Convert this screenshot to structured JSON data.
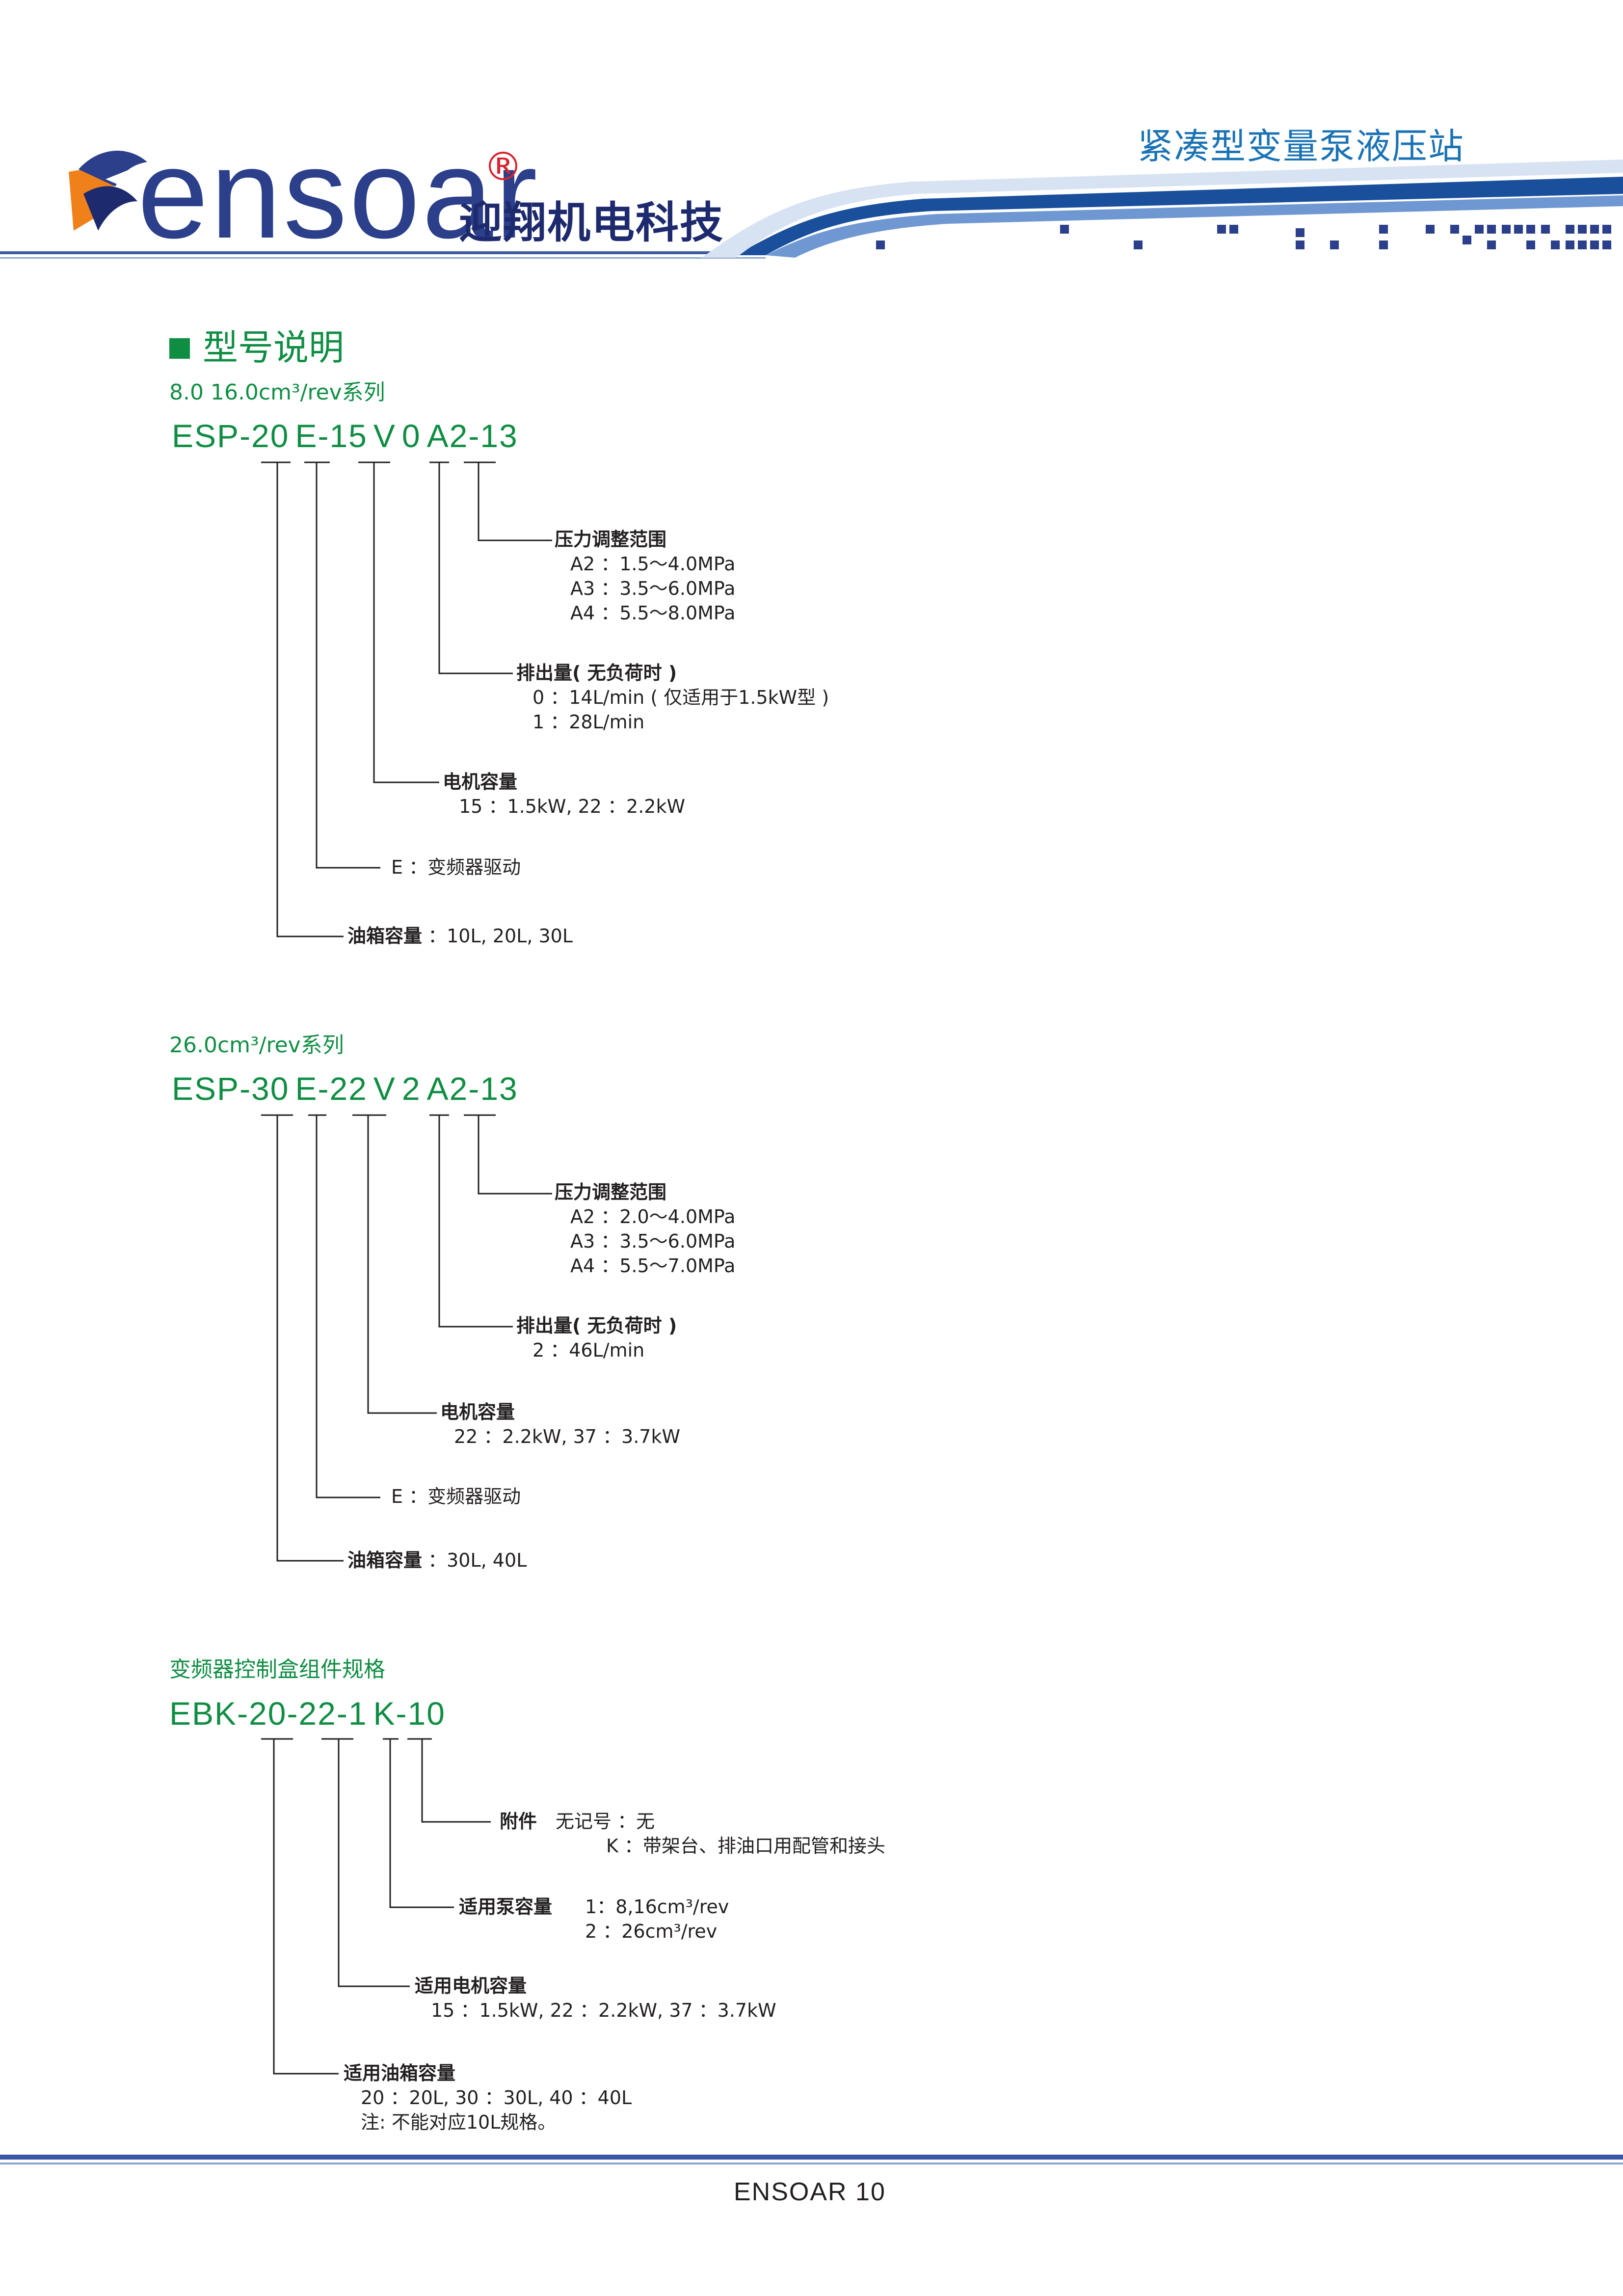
{
  "header": {
    "logo_text": "ensoar",
    "registered_mark": "®",
    "company_name": "迎翔机电科技",
    "page_title": "紧凑型变量泵液压站",
    "colors": {
      "brand_blue": "#2b3f8a",
      "logo_orange": "#f0801a",
      "title_blue": "#1a73b5",
      "accent_green": "#0f8e43"
    }
  },
  "section_title": "型号说明",
  "series_1": {
    "label": "8.0   16.0cm³/rev系列",
    "model": [
      "ESP-20",
      "E-15",
      "V",
      "0",
      "A2-13"
    ],
    "pressure": {
      "title": "压力调整范围",
      "items": [
        "A2 ：1.5～4.0MPa",
        "A3 ：3.5～6.0MPa",
        "A4 ：5.5～8.0MPa"
      ]
    },
    "displacement": {
      "title": "排出量( 无负荷时 )",
      "items": [
        "0 ：14L/min ( 仅适用于1.5kW型 )",
        "1 ：28L/min"
      ]
    },
    "motor": {
      "title": "电机容量",
      "items": [
        "15 ：1.5kW, 22 ：2.2kW"
      ]
    },
    "drive": "E ：变频器驱动",
    "tank": {
      "title": "油箱容量",
      "value": "：10L, 20L, 30L"
    }
  },
  "series_2": {
    "label": "26.0cm³/rev系列",
    "model": [
      "ESP-30",
      "E-22",
      "V",
      "2",
      "A2-13"
    ],
    "pressure": {
      "title": "压力调整范围",
      "items": [
        "A2 ：2.0～4.0MPa",
        "A3 ：3.5～6.0MPa",
        "A4 ：5.5～7.0MPa"
      ]
    },
    "displacement": {
      "title": "排出量( 无负荷时 )",
      "items": [
        "2 ：46L/min"
      ]
    },
    "motor": {
      "title": "电机容量",
      "items": [
        "22 ：2.2kW, 37 ：3.7kW"
      ]
    },
    "drive": "E ：变频器驱动",
    "tank": {
      "title": "油箱容量",
      "value": "：30L, 40L"
    }
  },
  "series_3": {
    "label": "变频器控制盒组件规格",
    "model": [
      "EBK-20-22-1",
      "K-10"
    ],
    "accessory": {
      "title": "附件",
      "none_label": "无记号 ：无",
      "k_label": "K ：带架台、排油口用配管和接头"
    },
    "pump": {
      "title": "适用泵容量",
      "items": [
        "1：8,16cm³/rev",
        "2 ：26cm³/rev"
      ]
    },
    "motor": {
      "title": "适用电机容量",
      "items": [
        "15 ：1.5kW, 22 ：2.2kW, 37 ：3.7kW"
      ]
    },
    "tank": {
      "title": "适用油箱容量",
      "items": [
        "20 ：20L, 30 ：30L, 40 ：40L",
        "注: 不能对应10L规格。"
      ]
    }
  },
  "footer": {
    "text": "ENSOAR  10"
  }
}
